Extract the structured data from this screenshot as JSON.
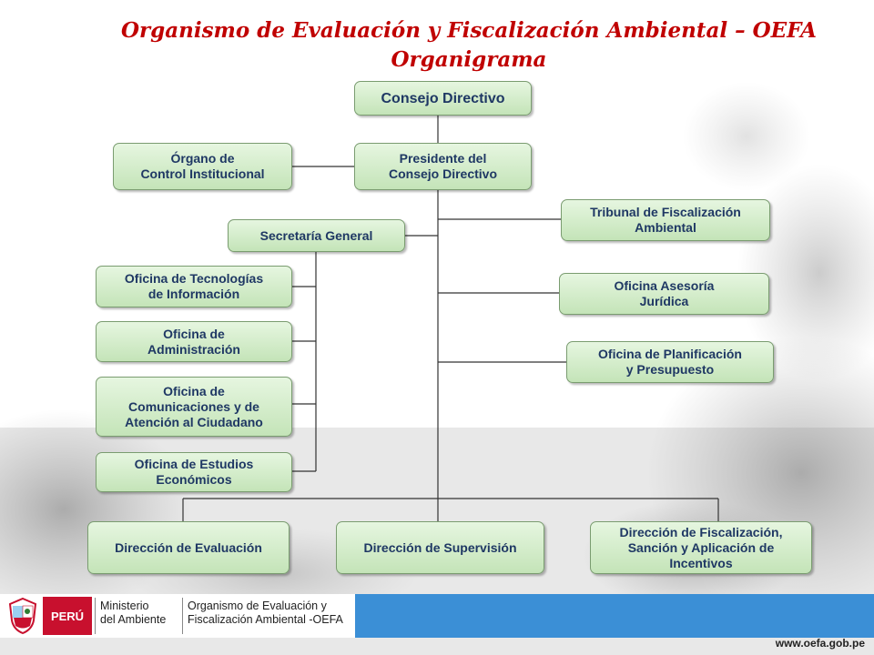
{
  "title": {
    "line1": "Organismo de Evaluación y Fiscalización Ambiental – OEFA",
    "line2": "Organigrama"
  },
  "nodes": {
    "consejo_directivo": "Consejo Directivo",
    "presidente": "Presidente del\nConsejo Directivo",
    "organo_control": "Órgano de\nControl Institucional",
    "tribunal": "Tribunal de Fiscalización\nAmbiental",
    "secretaria": "Secretaría General",
    "oficina_tecnologias": "Oficina de Tecnologías\nde Información",
    "oficina_administracion": "Oficina de\nAdministración",
    "oficina_comunicaciones": "Oficina de\nComunicaciones y de\nAtención al Ciudadano",
    "oficina_estudios": "Oficina de Estudios\nEconómicos",
    "oficina_asesoria": "Oficina Asesoría\nJurídica",
    "oficina_planificacion": "Oficina de Planificación\ny Presupuesto",
    "direccion_evaluacion": "Dirección de Evaluación",
    "direccion_supervision": "Dirección de Supervisión",
    "direccion_fiscalizacion": "Dirección de Fiscalización,\nSanción y Aplicación de\nIncentivos"
  },
  "colors": {
    "title": "#c00000",
    "box_fill_top": "#e6f6e0",
    "box_fill_bottom": "#c4e4b8",
    "box_border": "#7a9c70",
    "box_text": "#1f3864",
    "connector": "#333333",
    "footer_band": "#3b8fd6",
    "peru_red": "#c8102e"
  },
  "footer": {
    "peru": "PERÚ",
    "ministerio": "Ministerio\ndel Ambiente",
    "organismo": "Organismo de Evaluación y\nFiscalización Ambiental -OEFA",
    "url": "www.oefa.gob.pe"
  },
  "icons": {
    "shield": "peru-coat-of-arms-icon"
  }
}
